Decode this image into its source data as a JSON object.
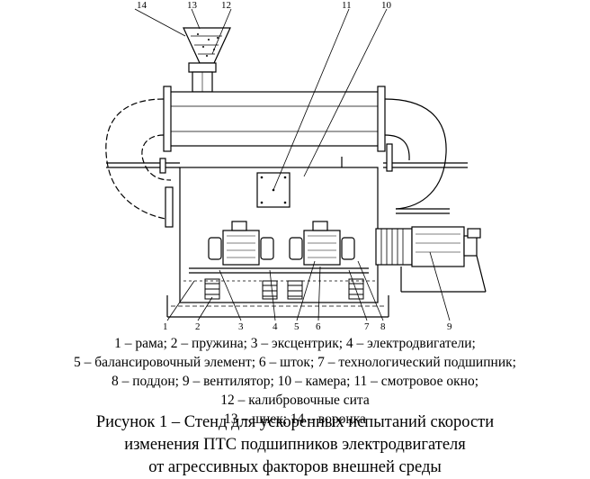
{
  "figure": {
    "callouts": [
      "1",
      "2",
      "3",
      "4",
      "5",
      "6",
      "7",
      "8",
      "9",
      "10",
      "11",
      "12",
      "13",
      "14"
    ],
    "legend_lines": [
      "1 – рама; 2 – пружина; 3 – эксцентрик; 4 – электродвигатели;",
      "5 – балансировочный элемент; 6 – шток; 7 – технологический подшипник;",
      "8 – поддон; 9 – вентилятор; 10 – камера; 11 – смотровое окно;",
      "12 – калибровочные сита",
      "13 – шнек; 14 – воронка"
    ],
    "caption_lines": [
      "Рисунок 1 – Стенд для ускоренных испытаний скорости",
      "изменения ПТС подшипников электродвигателя",
      "от агрессивных факторов внешней среды"
    ]
  }
}
